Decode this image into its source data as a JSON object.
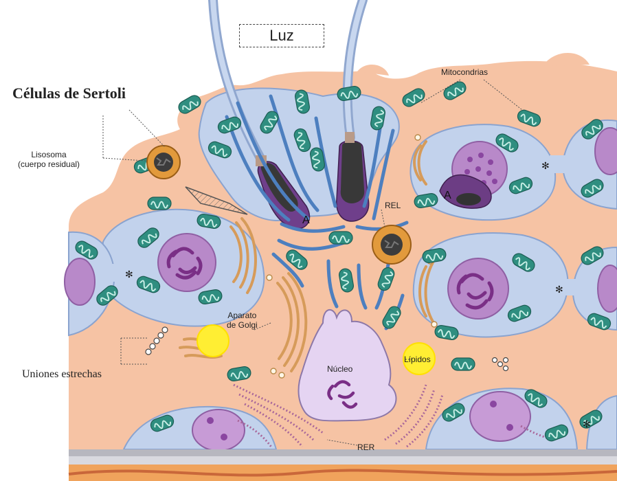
{
  "title": "Células de Sertoli",
  "labels": {
    "luz": "Luz",
    "mitocondrias": "Mitocondrias",
    "lisosoma_line1": "Lisosoma",
    "lisosoma_line2": "(cuerpo residual)",
    "rel": "REL",
    "aparato_line1": "Aparato",
    "aparato_line2": "de Golgi",
    "nucleo": "Núcleo",
    "lipidos": "Lípidos",
    "uniones": "Uniones estrechas",
    "rer": "RER",
    "acrosome_1": "A",
    "acrosome_2": "A"
  },
  "colors": {
    "sertoli_cytoplasm": "#f6c3a4",
    "spermatid_cell": "#c2d2ec",
    "nucleus": "#b889c9",
    "chromatin": "#7a2f86",
    "mitochondria": "#2f8e80",
    "er_membrane": "#4d7fbf",
    "lysosome": "#e29a3c",
    "lipid": "#ffee33",
    "golgi": "#d69b5a",
    "basement_membrane": "#b7b7bf"
  }
}
